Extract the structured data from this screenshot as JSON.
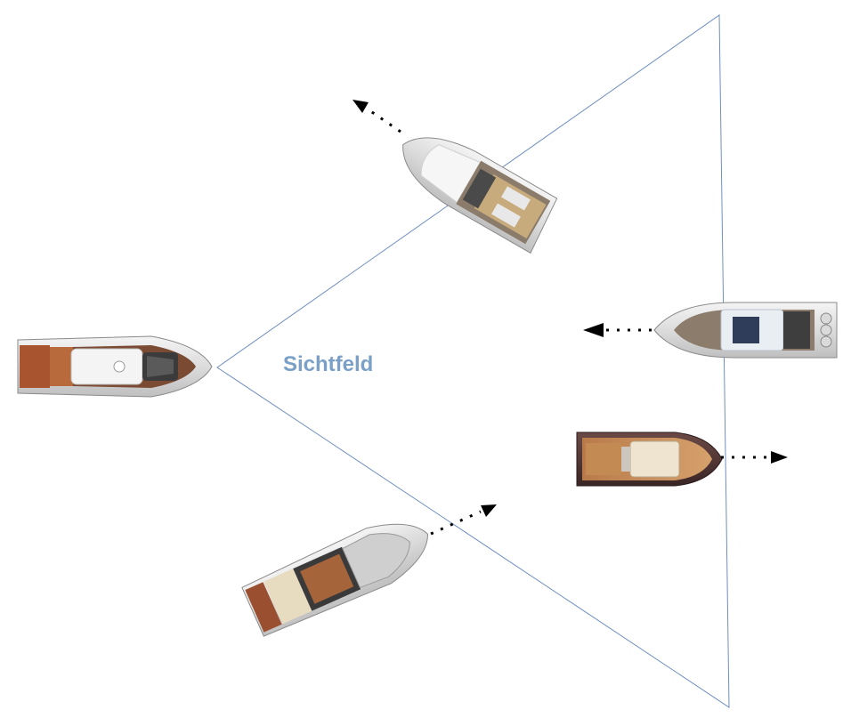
{
  "diagram": {
    "field_of_view_label": "Sichtfeld",
    "colors": {
      "fov_line": "#6f8fc0",
      "label": "#7aa0c8",
      "arrow": "#000000"
    },
    "boats": [
      {
        "id": "observer-boat",
        "style": "flybridge",
        "heading": "east"
      },
      {
        "id": "boat-top",
        "style": "sportcruiser",
        "heading": "north-west"
      },
      {
        "id": "boat-right-upper",
        "style": "center-console",
        "heading": "west"
      },
      {
        "id": "boat-right-lower",
        "style": "teak-runabout",
        "heading": "east"
      },
      {
        "id": "boat-bottom",
        "style": "cabin-yacht",
        "heading": "north-east"
      }
    ]
  }
}
